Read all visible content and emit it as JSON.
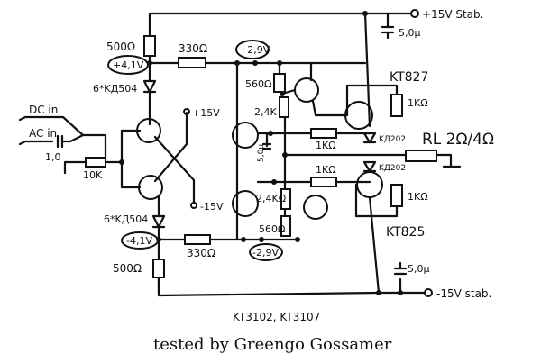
{
  "labels": {
    "supply_pos": "+15V Stab.",
    "supply_neg": "-15V stab.",
    "cap_top": "5,0μ",
    "cap_bottom": "5,0μ",
    "cap_mid": "5,0μ",
    "r_top_500": "500Ω",
    "r_bot_500": "500Ω",
    "r_top_330": "330Ω",
    "r_bot_330": "330Ω",
    "v_top_41": "+4,1V",
    "v_bot_41": "-4,1V",
    "v_top_29": "+2,9V",
    "v_bot_29": "-2,9V",
    "diode_top": "6*KД504",
    "diode_bot": "6*KД504",
    "dc_in": "DC in",
    "ac_in": "AC in",
    "cap_in": "1,0",
    "r_in": "10K",
    "pos15": "+15V",
    "neg15": "-15V",
    "r_top_560": "560Ω",
    "r_top_24": "2,4K",
    "r_bot_24": "2,4KΩ",
    "r_bot_560": "560Ω",
    "r_1k_a": "1KΩ",
    "r_1k_b": "1KΩ",
    "r_1k_top": "1KΩ",
    "r_1k_bot": "1KΩ",
    "out_top": "KT827",
    "out_bot": "KT825",
    "d_out_1": "KД202",
    "d_out_2": "KД202",
    "load": "RL 2Ω/4Ω",
    "transistors": "KT3102, KT3107",
    "credit": "tested by Greengo Gossamer"
  }
}
